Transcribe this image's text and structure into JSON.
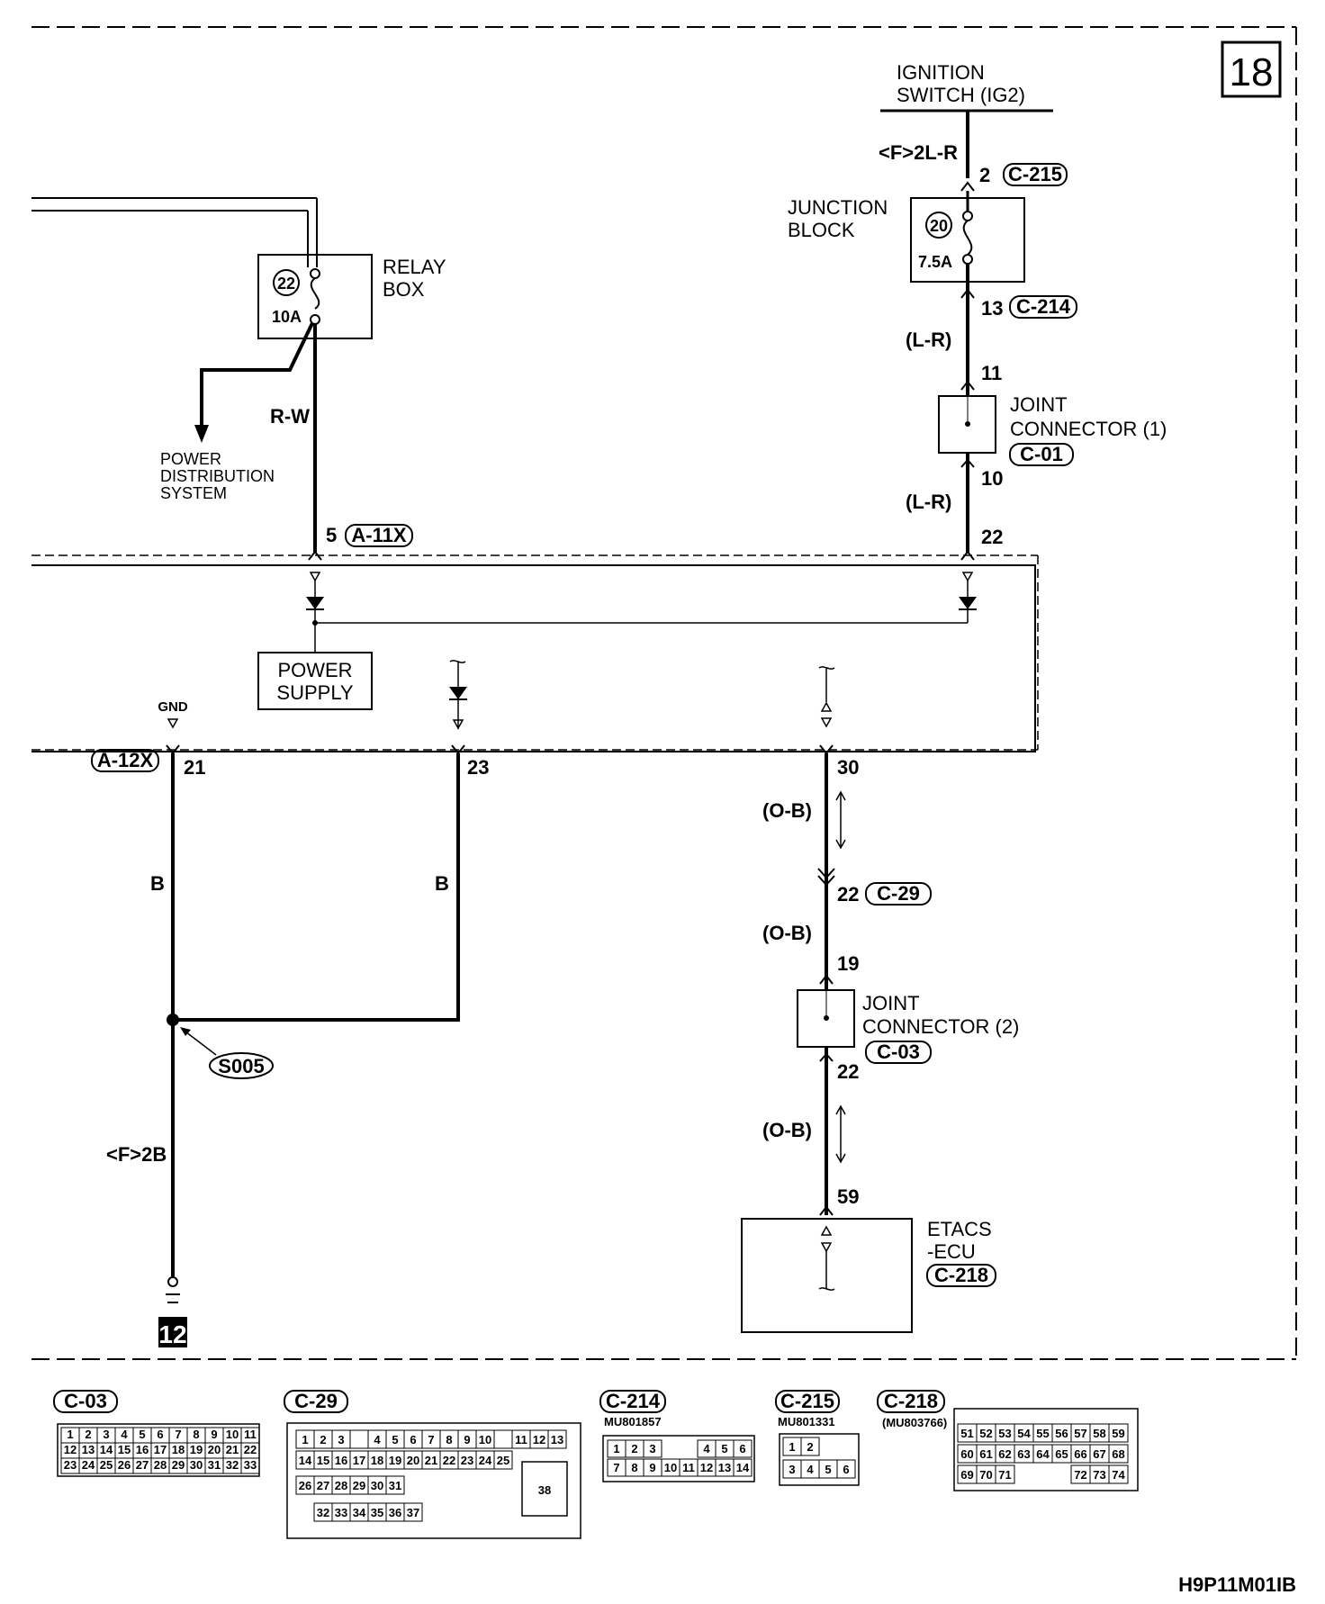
{
  "page_number": "18",
  "diagram_id": "H9P11M01IB",
  "ignition": {
    "line1": "IGNITION",
    "line2": "SWITCH (IG2)"
  },
  "wires": {
    "ign_wire": "<F>2L-R",
    "lr1": "(L-R)",
    "lr2": "(L-R)",
    "rw": "R-W",
    "b1": "B",
    "b2": "B",
    "ob1": "(O-B)",
    "ob2": "(O-B)",
    "ob3": "(O-B)",
    "ground_wire": "<F>2B"
  },
  "junction_block": {
    "line1": "JUNCTION",
    "line2": "BLOCK",
    "fuse_no": "20",
    "fuse_rating": "7.5A"
  },
  "relay_box": {
    "line1": "RELAY",
    "line2": "BOX",
    "fuse_no": "22",
    "fuse_rating": "10A"
  },
  "power_dist": {
    "line1": "POWER",
    "line2": "DISTRIBUTION",
    "line3": "SYSTEM"
  },
  "joint1": {
    "line1": "JOINT",
    "line2": "CONNECTOR (1)",
    "conn": "C-01"
  },
  "joint2": {
    "line1": "JOINT",
    "line2": "CONNECTOR (2)",
    "conn": "C-03"
  },
  "etacs": {
    "line1": "ETACS",
    "line2": "-ECU",
    "conn": "C-218"
  },
  "power_supply": {
    "line1": "POWER",
    "line2": "SUPPLY"
  },
  "gnd_label": "GND",
  "splice": "S005",
  "ground_no": "12",
  "pins": {
    "p2": "2",
    "p13": "13",
    "p11": "11",
    "p10": "10",
    "p22a": "22",
    "p5": "5",
    "p21": "21",
    "p23": "23",
    "p30": "30",
    "p22b": "22",
    "p19": "19",
    "p22c": "22",
    "p59": "59"
  },
  "conns": {
    "c215": "C-215",
    "c214": "C-214",
    "a11x": "A-11X",
    "a12x": "A-12X",
    "c29": "C-29"
  },
  "connector_views": {
    "c03": {
      "name": "C-03",
      "row1": [
        "1",
        "2",
        "3",
        "4",
        "5",
        "6",
        "7",
        "8",
        "9",
        "10",
        "11"
      ],
      "row2": [
        "12",
        "13",
        "14",
        "15",
        "16",
        "17",
        "18",
        "19",
        "20",
        "21",
        "22"
      ],
      "row3": [
        "23",
        "24",
        "25",
        "26",
        "27",
        "28",
        "29",
        "30",
        "31",
        "32",
        "33"
      ]
    },
    "c29": {
      "name": "C-29",
      "row1": [
        "1",
        "2",
        "3",
        "",
        "4",
        "5",
        "6",
        "7",
        "8",
        "9",
        "10",
        "",
        "11",
        "12",
        "13"
      ],
      "row2": [
        "14",
        "15",
        "16",
        "17",
        "18",
        "19",
        "20",
        "21",
        "22",
        "23",
        "24",
        "25"
      ],
      "row3": [
        "26",
        "27",
        "28",
        "29",
        "30",
        "31"
      ],
      "row4": [
        "32",
        "33",
        "34",
        "35",
        "36",
        "37"
      ],
      "big": "38"
    },
    "c214": {
      "name": "C-214",
      "part": "MU801857",
      "row1": [
        "1",
        "2",
        "3",
        "4",
        "5",
        "6"
      ],
      "row2": [
        "7",
        "8",
        "9",
        "10",
        "11",
        "12",
        "13",
        "14"
      ]
    },
    "c215": {
      "name": "C-215",
      "part": "MU801331",
      "row1": [
        "1",
        "2"
      ],
      "row2": [
        "3",
        "4",
        "5",
        "6"
      ]
    },
    "c218": {
      "name": "C-218",
      "part": "(MU803766)",
      "row1": [
        "51",
        "52",
        "53",
        "54",
        "55",
        "56",
        "57",
        "58",
        "59"
      ],
      "row2": [
        "60",
        "61",
        "62",
        "63",
        "64",
        "65",
        "66",
        "67",
        "68"
      ],
      "row3": [
        "69",
        "70",
        "71",
        "72",
        "73",
        "74"
      ]
    }
  }
}
